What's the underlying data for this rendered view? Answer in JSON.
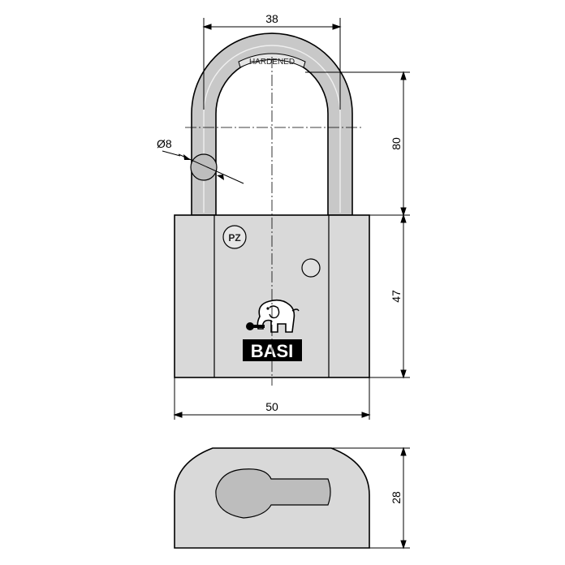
{
  "drawing": {
    "colors": {
      "body_fill": "#d9d9d9",
      "shackle_fill": "#c8c8c8",
      "line": "#000000",
      "brand_box": "#000000",
      "brand_text": "#ffffff",
      "cylinder_fill": "#bdbdbd"
    },
    "dimensions": {
      "shackle_width": "38",
      "shackle_height": "80",
      "shackle_diameter": "Ø8",
      "body_height": "47",
      "body_width": "50",
      "body_depth": "28"
    },
    "labels": {
      "hardened": "HARDENED",
      "pz": "PZ",
      "brand": "BASI"
    },
    "icons": {
      "logo": "elephant-with-key-icon"
    }
  }
}
